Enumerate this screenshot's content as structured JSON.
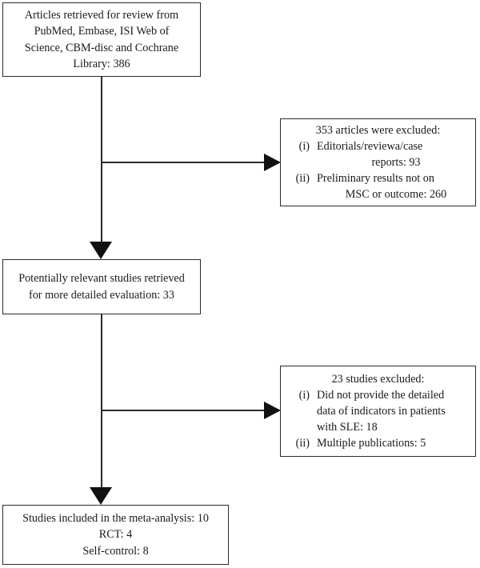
{
  "diagram": {
    "title": "PRISMA-style study selection flow diagram",
    "type": "flowchart",
    "colors": {
      "background": "#ffffff",
      "border": "#2b2b2b",
      "text": "#1a1a1a",
      "arrow": "#111111"
    },
    "nodes": {
      "retrieved": {
        "lines": [
          "Articles retrieved for review from",
          "PubMed, Embase, ISI Web of",
          "Science, CBM-disc and Cochrane",
          "Library: 386"
        ],
        "count": "386"
      },
      "excluded_1": {
        "heading": "353 articles were excluded:",
        "count": "353",
        "items": [
          {
            "marker": "(i)",
            "lines": [
              "Editorials/reviewa/case",
              "reports: 93"
            ],
            "value": "93"
          },
          {
            "marker": "(ii)",
            "lines": [
              "Preliminary results not on",
              "MSC or outcome: 260"
            ],
            "value": "260"
          }
        ]
      },
      "relevant": {
        "lines": [
          "Potentially relevant studies retrieved",
          "for more detailed evaluation: 33"
        ],
        "count": "33"
      },
      "excluded_2": {
        "heading": "23 studies excluded:",
        "count": "23",
        "items": [
          {
            "marker": "(i)",
            "lines": [
              "Did not provide the detailed",
              "data of indicators in patients",
              "with SLE: 18"
            ],
            "value": "18"
          },
          {
            "marker": "(ii)",
            "lines": [
              "Multiple publications: 5"
            ],
            "value": "5"
          }
        ]
      },
      "included": {
        "lines": [
          "Studies included in the meta-analysis: 10",
          "RCT: 4",
          "Self-control: 8"
        ],
        "count": "10",
        "rct": "4",
        "self_control": "8"
      }
    },
    "connectors": {
      "spine_label": "main-vertical-flow",
      "branch_1_label": "exclusion-branch-1",
      "branch_2_label": "exclusion-branch-2"
    }
  }
}
